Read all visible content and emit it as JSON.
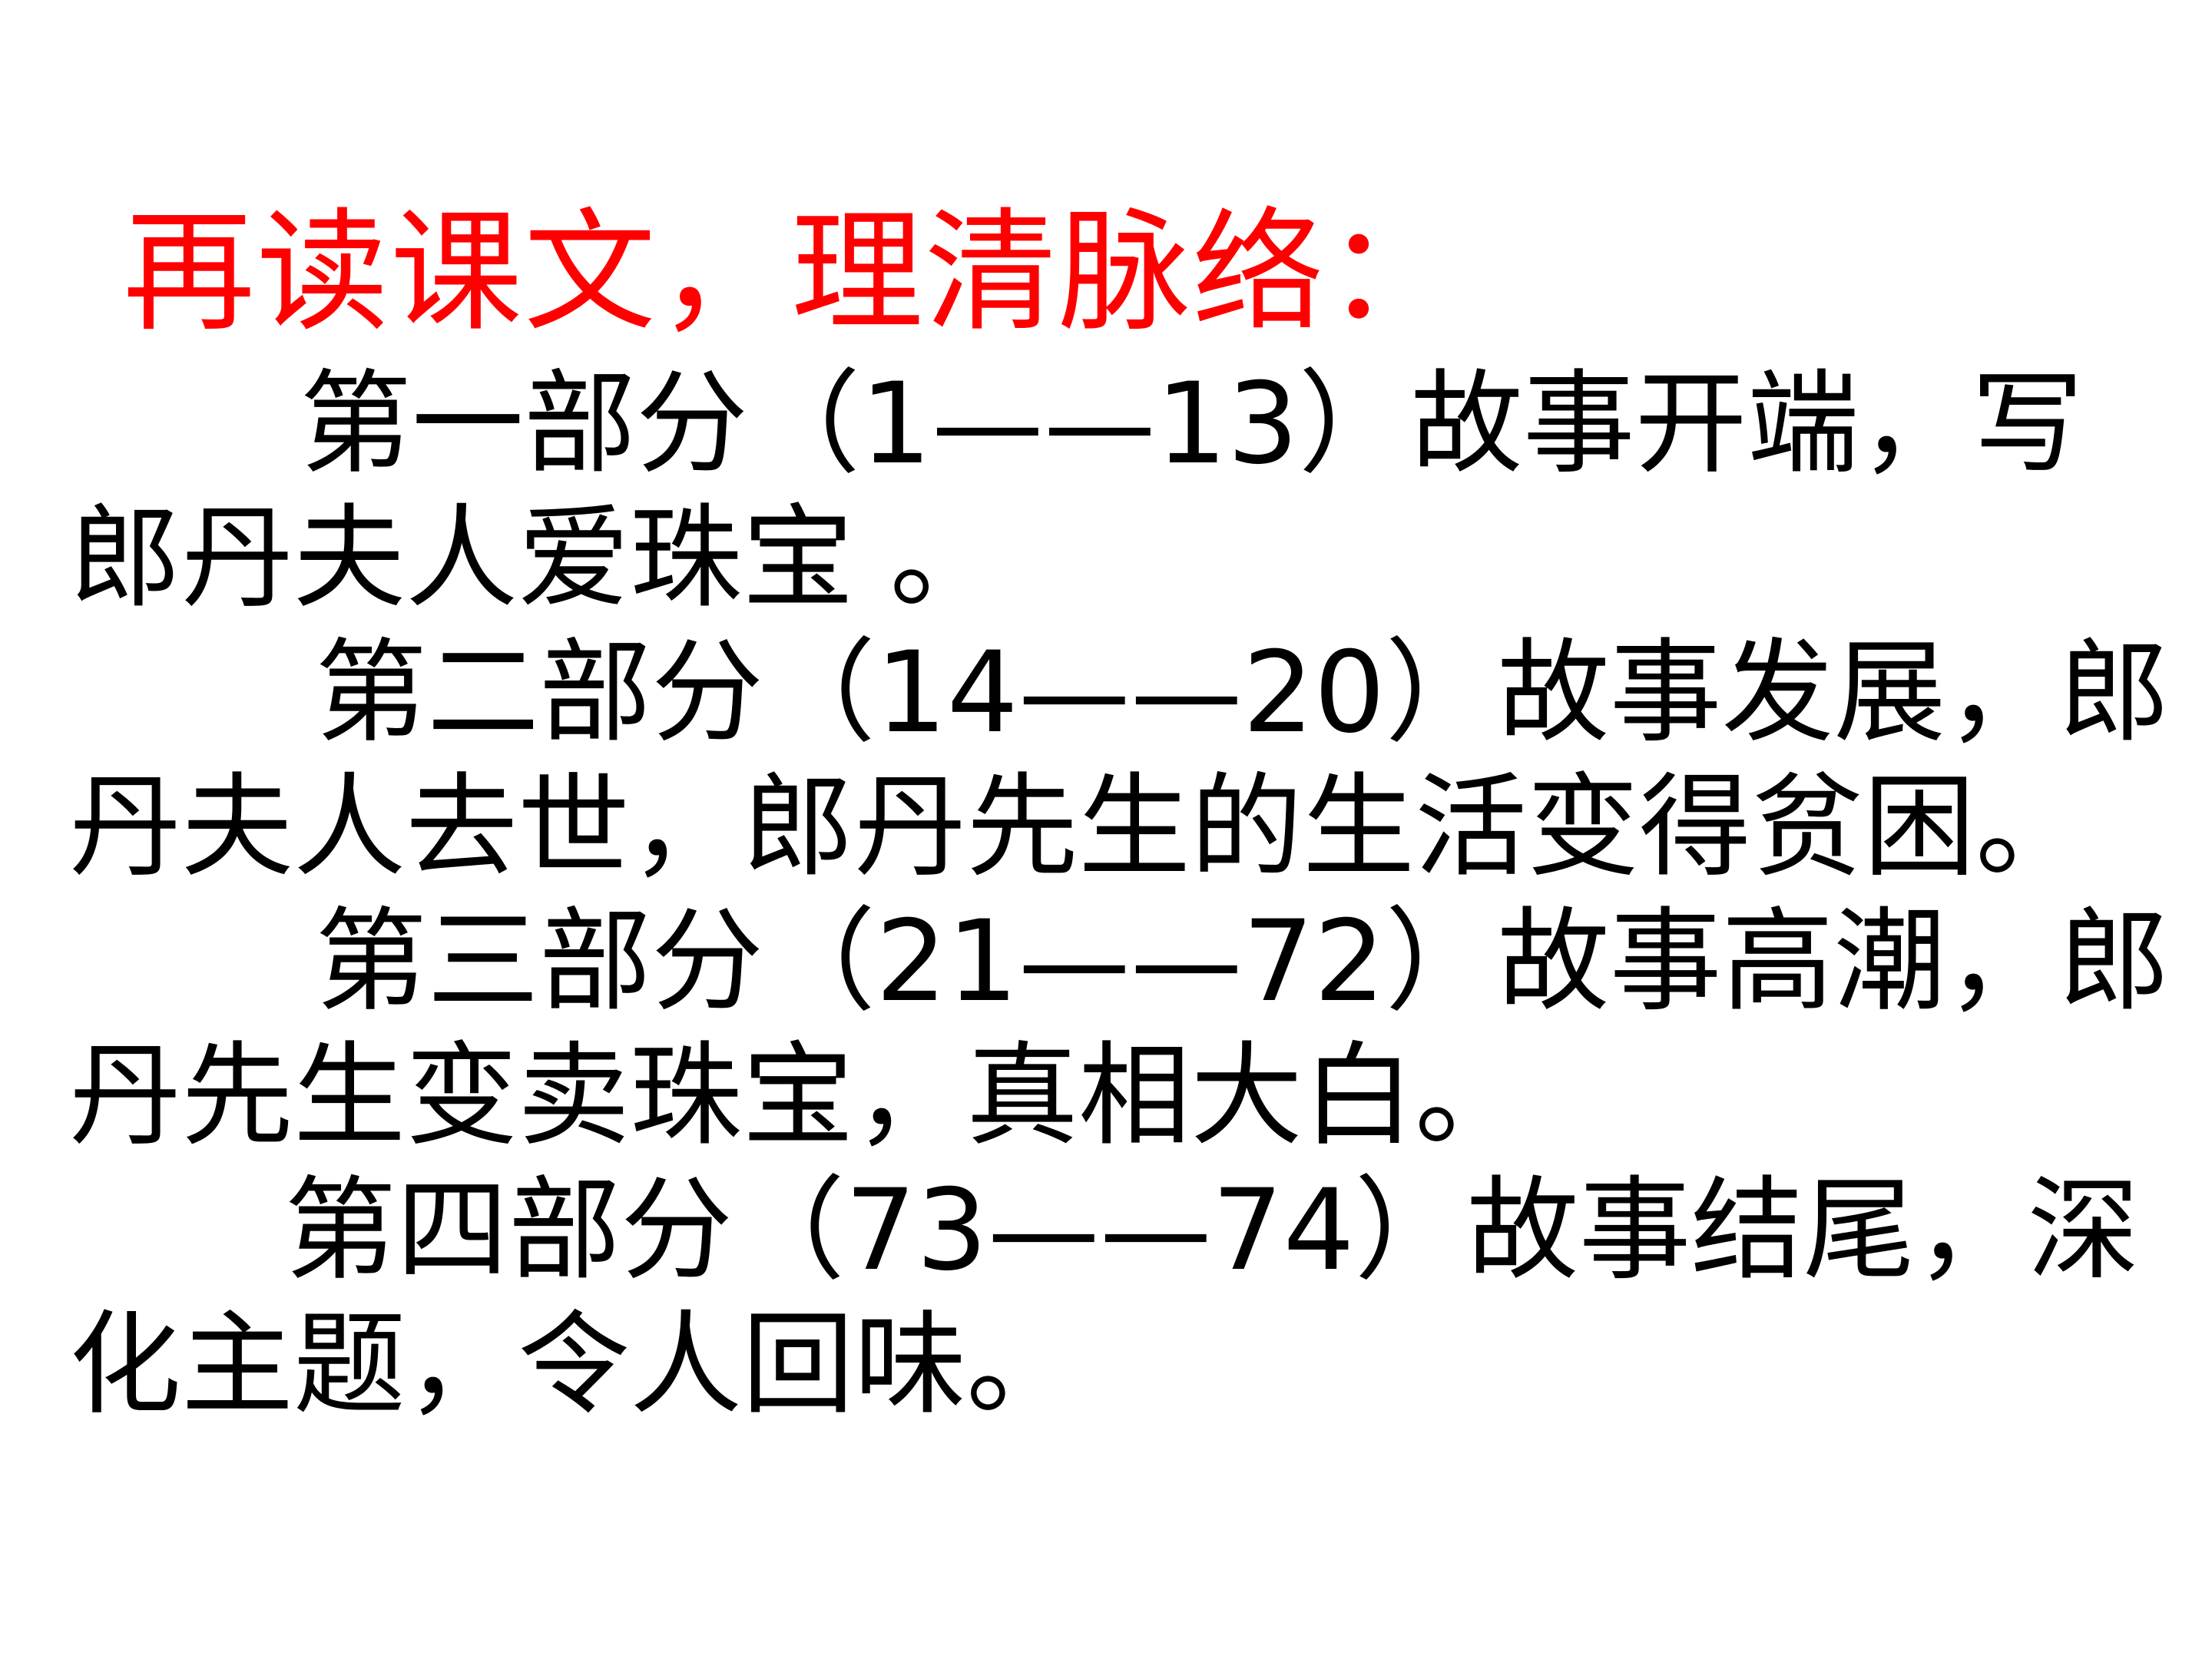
{
  "title": "再读课文，理清脉络：",
  "sections": [
    {
      "line1": "第一部分（1——13）故事开端，写",
      "line2": "郎丹夫人爱珠宝 。"
    },
    {
      "line1": "第二部分（14——20）故事发展，郎",
      "line2": "丹夫人去世，郎丹先生的生活变得贫困。"
    },
    {
      "line1": "第三部分（21——72）故事高潮，郎",
      "line2": "丹先生变卖珠宝，真相大白。"
    },
    {
      "line1": "第四部分（73——74）故事结尾，深",
      "line2": "化主题，令人回味。"
    }
  ],
  "colors": {
    "title": "#ff0000",
    "body": "#000000",
    "background": "#ffffff"
  }
}
